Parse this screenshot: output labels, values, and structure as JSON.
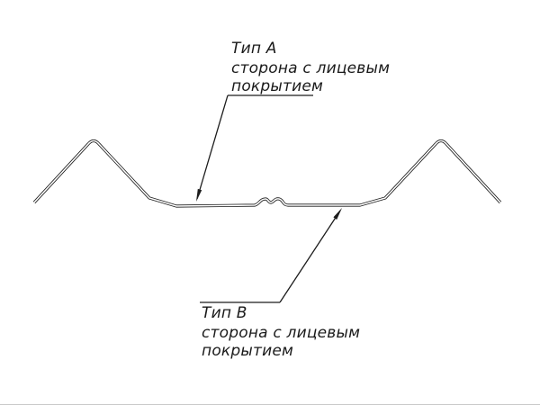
{
  "figure": {
    "label_a": {
      "title": "Тип А",
      "desc1": "сторона с лицевым",
      "desc2": "покрытием"
    },
    "label_b": {
      "title": "Тип В",
      "desc1": "сторона с лицевым",
      "desc2": "покрытием"
    }
  },
  "colors": {
    "line": "#1c1c1c",
    "background": "#ffffff"
  }
}
